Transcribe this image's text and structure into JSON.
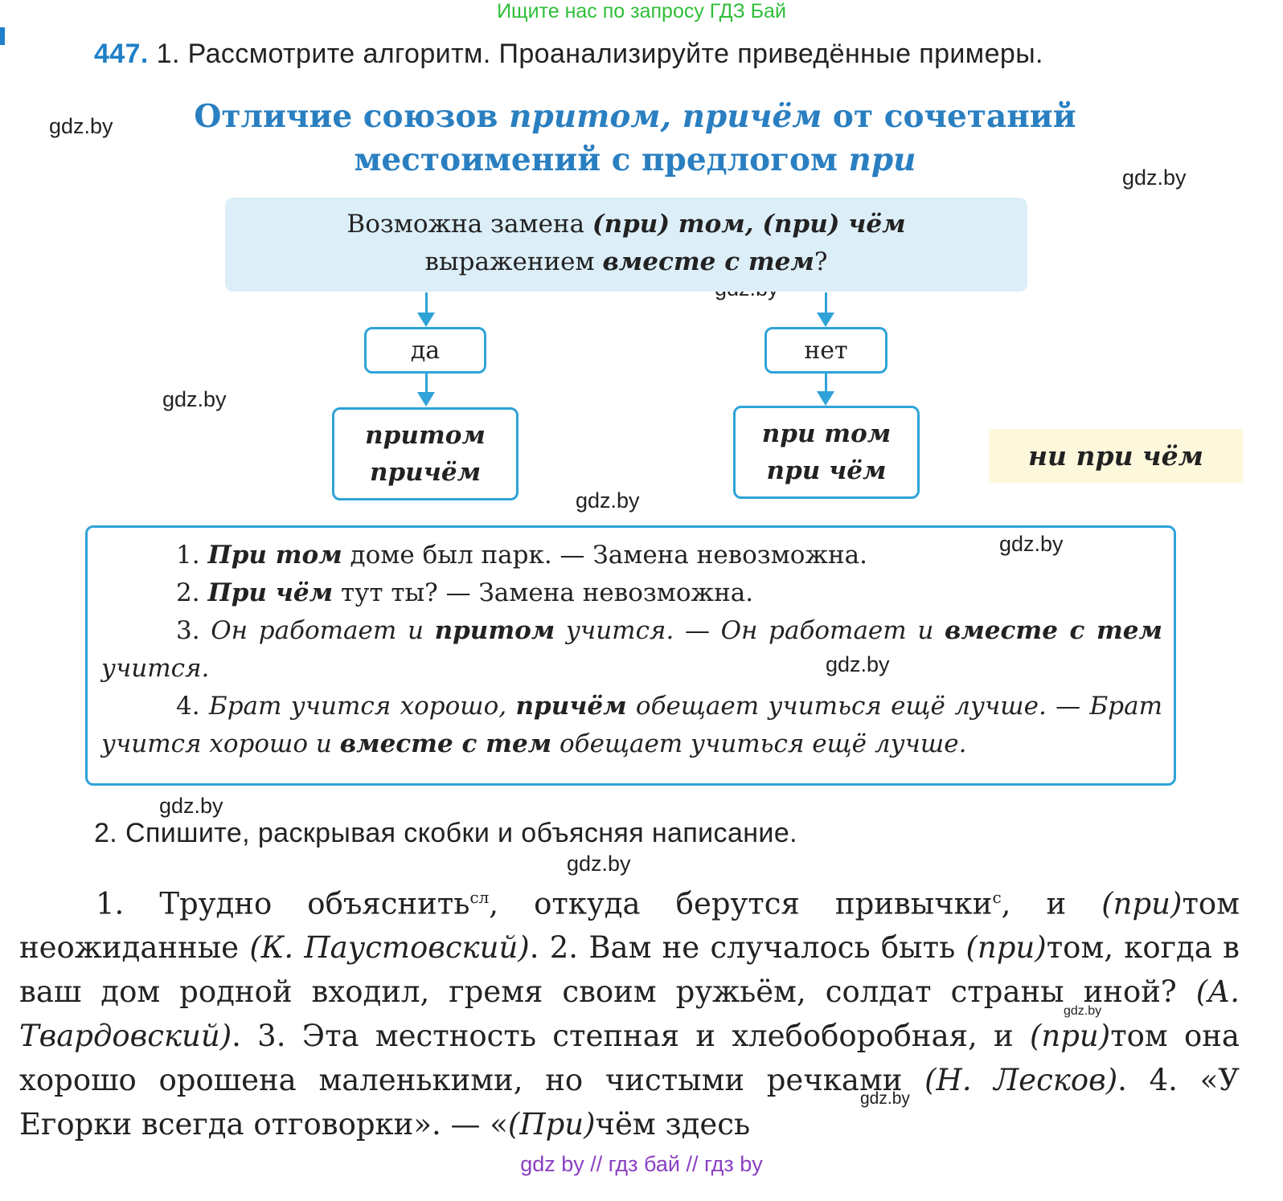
{
  "banner_top": "Ищите нас по запросу ГДЗ Бай",
  "banner_bottom": "gdz by  //  гдз бай  //  гдз by",
  "watermark": "gdz.by",
  "task": {
    "number": "447.",
    "instruction1": "1. Рассмотрите алгоритм. Проанализируйте приведённые примеры.",
    "instruction2": "2. Спишите, раскрывая скобки и объясняя написание."
  },
  "rule": {
    "title_a": "Отличие союзов ",
    "title_b": "притом, причём",
    "title_c": " от сочетаний",
    "title_d": "местоимений с предлогом ",
    "title_e": "при"
  },
  "flow": {
    "q_a": "Возможна замена ",
    "q_b": "(при) том, (при) чём",
    "q_c": "выражением ",
    "q_d": "вместе с тем",
    "q_e": "?",
    "yes": "да",
    "no": "нет",
    "yes_r1": "притом",
    "yes_r2": "причём",
    "no_r1": "при том",
    "no_r2": "при чём",
    "extra": "ни при чём"
  },
  "examples": {
    "e1_n": "1. ",
    "e1_b": "При том",
    "e1_t": " доме был парк. — Замена невозможна.",
    "e2_n": "2. ",
    "e2_b": "При чём",
    "e2_t": " тут ты? — Замена невозможна.",
    "e3_n": "3. ",
    "e3_i1": "Он работает и ",
    "e3_b1": "притом",
    "e3_i2": " учится.",
    "e3_t": " — ",
    "e3_i3": "Он работает и ",
    "e3_b2": "вместе с тем",
    "e3_i4": " учится.",
    "e4_n": "4. ",
    "e4_i1": "Брат учится хорошо, ",
    "e4_b1": "причём",
    "e4_i2": " обещает учиться ещё лучше.",
    "e4_t": " — ",
    "e4_i3": "Брат учится хорошо и ",
    "e4_b2": "вместе с тем",
    "e4_i4": " обещает учиться ещё лучше."
  },
  "text": {
    "s1": "1. Трудно объяснить",
    "sup1": "сл",
    "s2": ", откуда берутся привычки",
    "sup2": "с",
    "s3": ", и ",
    "s4": "(при)",
    "s5": "том неожиданные ",
    "s6": "(К. Паустовский)",
    "s7": ". 2. Вам не случалось быть ",
    "s8": "(при)",
    "s9": "том, когда в ваш дом родной входил, гремя своим ружьём, солдат страны иной? ",
    "s10": "(А. Твардовский)",
    "s11": ". 3. Эта местность степная и хлебоборобная, и ",
    "s12": "(при)",
    "s13": "том она хорошо орошена маленькими, но чистыми речками ",
    "s14": "(Н. Лесков)",
    "s15": ". 4. «У Егорки всегда отговорки». — «",
    "s16": "(При)",
    "s17": "чём здесь"
  }
}
